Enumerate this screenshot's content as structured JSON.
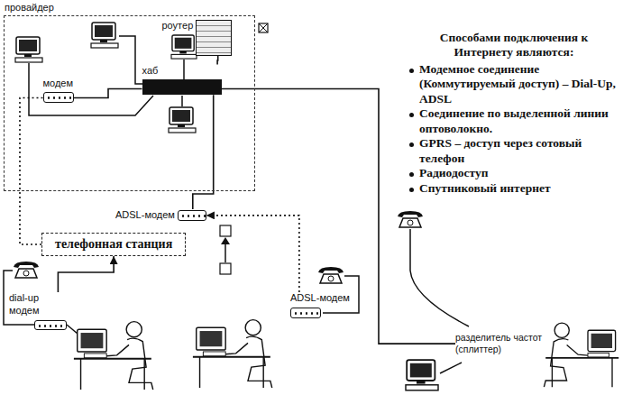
{
  "diagram": {
    "nodes": [
      {
        "text": [
          "провайдер"
        ]
      },
      {
        "text": [
          "модем"
        ],
        "in": 0
      },
      {
        "text": [
          "хаб"
        ],
        "in": 0
      },
      {
        "text": [
          "роутер"
        ],
        "in": 0
      },
      {
        "text": [
          "ADSL-модем"
        ]
      },
      {
        "text": [
          "телефонная станция"
        ]
      },
      {
        "text": [
          "dial-up модем"
        ]
      },
      {
        "text": [
          "ADSL-модем"
        ]
      },
      {
        "text": [
          "разделитель частот (сплиттер)"
        ]
      }
    ],
    "edges": [
      {
        "from": 1,
        "to": 2,
        "arrow": "none"
      },
      {
        "from": 2,
        "to": 3,
        "arrow": "none"
      },
      {
        "from": 2,
        "to": 4,
        "arrow": "none"
      },
      {
        "from": 1,
        "to": 5,
        "arrow": "none"
      },
      {
        "from": 6,
        "to": 5,
        "arrow": "to"
      },
      {
        "from": 7,
        "to": 4,
        "arrow": "to"
      },
      {
        "from": 8,
        "to": 2,
        "arrow": "none"
      }
    ],
    "labels": [
      "Способами подключения к Интернету являются:",
      "Модемное соединение (Коммутируемый доступ) – Dial-Up, ADSL",
      "Соединение по выделенной линии оптоволокно.",
      "GPRS – доступ через сотовый телефон",
      "Радиодоступ",
      "Спутниковый интернет"
    ]
  }
}
